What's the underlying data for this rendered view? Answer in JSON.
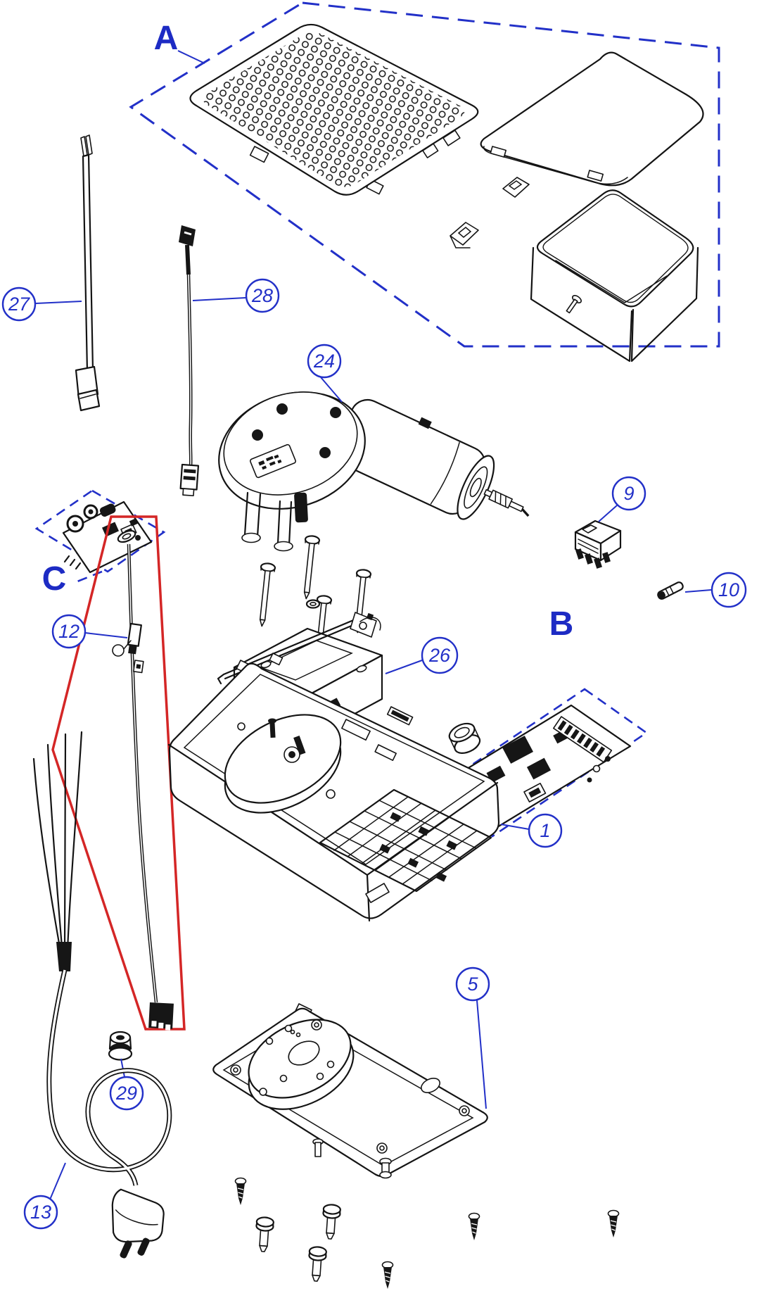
{
  "diagram": {
    "background": "#ffffff",
    "colors": {
      "callout_blue": "#2230c8",
      "line_black": "#141414",
      "highlight_red": "#d42626"
    },
    "zones": {
      "a": "A",
      "b": "B",
      "c": "C"
    },
    "callouts": {
      "c1": "1",
      "c5": "5",
      "c9": "9",
      "c10": "10",
      "c12": "12",
      "c13": "13",
      "c24": "24",
      "c26": "26",
      "c27": "27",
      "c28": "28",
      "c29": "29"
    }
  }
}
